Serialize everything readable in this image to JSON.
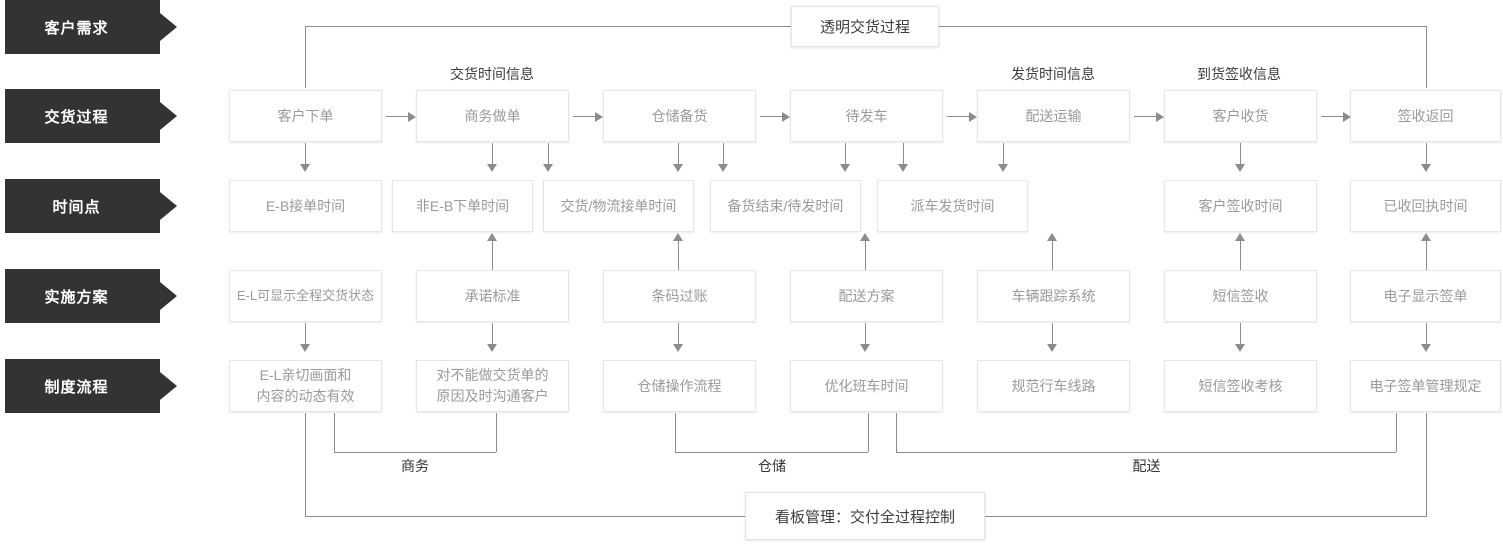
{
  "lanes": [
    {
      "label": "客户需求"
    },
    {
      "label": "交货过程"
    },
    {
      "label": "时间点"
    },
    {
      "label": "实施方案"
    },
    {
      "label": "制度流程"
    }
  ],
  "callouts": {
    "top": "透明交货过程",
    "bottom": "看板管理：交付全过程控制"
  },
  "section_captions": [
    {
      "text": "交货时间信息"
    },
    {
      "text": "发货时间信息"
    },
    {
      "text": "到货签收信息"
    }
  ],
  "group_labels": [
    {
      "text": "商务"
    },
    {
      "text": "仓储"
    },
    {
      "text": "配送"
    }
  ],
  "rows": {
    "process": [
      {
        "label": "客户下单"
      },
      {
        "label": "商务做单"
      },
      {
        "label": "仓储备货"
      },
      {
        "label": "待发车"
      },
      {
        "label": "配送运输"
      },
      {
        "label": "客户收货"
      },
      {
        "label": "签收返回"
      }
    ],
    "time_points": [
      {
        "label": "E-B接单时间"
      },
      {
        "label": "非E-B下单时间"
      },
      {
        "label": "交货/物流接单时间"
      },
      {
        "label": "备货结束/待发时间"
      },
      {
        "label": "派车发货时间"
      },
      {
        "label": "客户签收时间"
      },
      {
        "label": "已收回执时间"
      }
    ],
    "solutions": [
      {
        "label": "E-L可显示全程交货状态"
      },
      {
        "label": "承诺标准"
      },
      {
        "label": "条码过账"
      },
      {
        "label": "配送方案"
      },
      {
        "label": "车辆跟踪系统"
      },
      {
        "label": "短信签收"
      },
      {
        "label": "电子显示签单"
      }
    ],
    "policies": [
      {
        "line1": "E-L亲切画面和",
        "line2": "内容的动态有效"
      },
      {
        "line1": "对不能做交货单的",
        "line2": "原因及时沟通客户"
      },
      {
        "line1": "仓储操作流程",
        "line2": ""
      },
      {
        "line1": "优化班车时间",
        "line2": ""
      },
      {
        "line1": "规范行车线路",
        "line2": ""
      },
      {
        "line1": "短信签收考核",
        "line2": ""
      },
      {
        "line1": "电子签单管理规定",
        "line2": ""
      }
    ]
  },
  "colors": {
    "lane_bg": "#333333",
    "lane_text": "#ffffff",
    "node_text": "#9a9a9a",
    "node_border": "#e6e6e6",
    "line": "#8c8c8c",
    "callout_text": "#3c3c3c"
  }
}
